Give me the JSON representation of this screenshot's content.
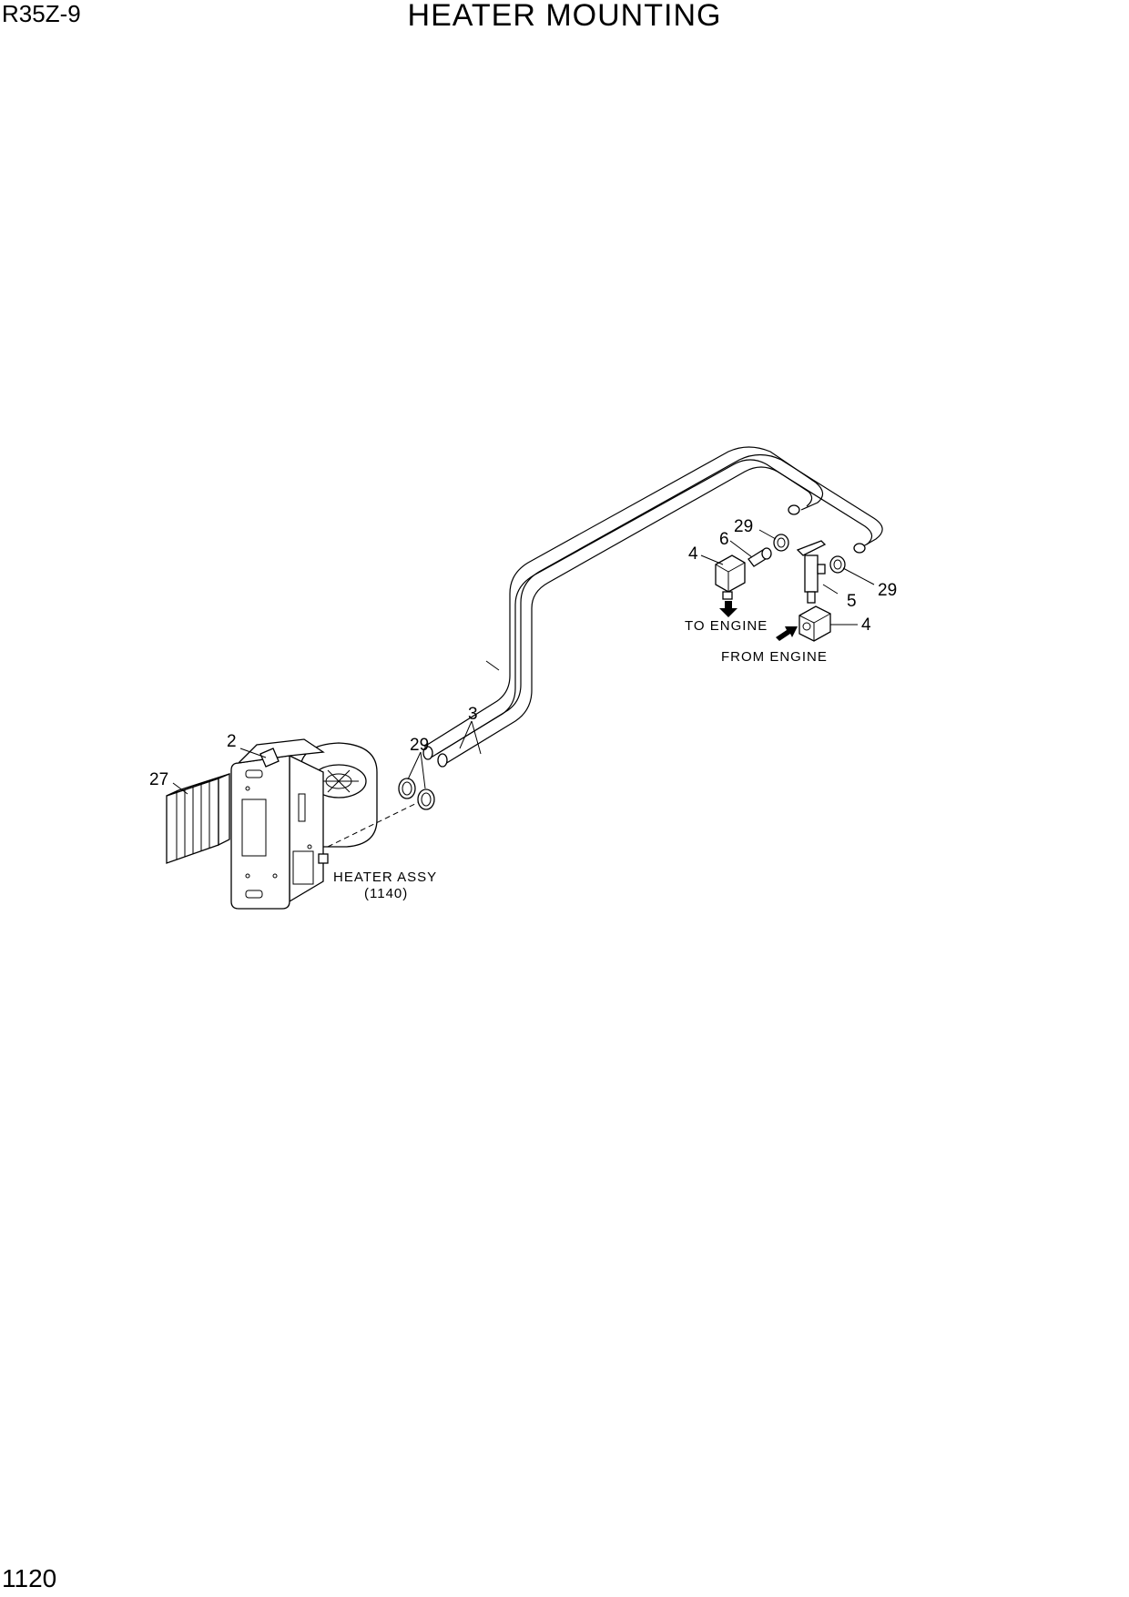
{
  "header": {
    "model": "R35Z-9",
    "title": "HEATER MOUNTING"
  },
  "page": {
    "number": "1120"
  },
  "callouts": {
    "c27": "27",
    "c2": "2",
    "c29_left": "29",
    "c3": "3",
    "c4_top": "4",
    "c6": "6",
    "c29_top": "29",
    "c5": "5",
    "c29_right": "29",
    "c4_bottom": "4"
  },
  "notes": {
    "heater_assy": "HEATER ASSY",
    "heater_assy_ref": "(1140)",
    "to_engine": "TO ENGINE",
    "from_engine": "FROM ENGINE"
  }
}
